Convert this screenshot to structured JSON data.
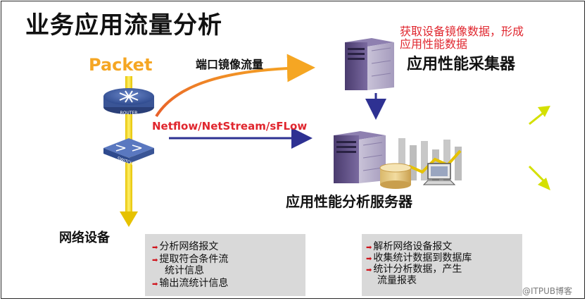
{
  "title": "业务应用流量分析",
  "packet_label": "Packet",
  "router_label": "ROUTER",
  "switch_label": "SWITCH",
  "mirror_label": "端口镜像流量",
  "netflow_label": "Netflow/NetStream/sFLow",
  "collector": {
    "desc_line1": "获取设备镜像数据，形成",
    "desc_line2": "应用性能数据",
    "title": "应用性能采集器"
  },
  "server": {
    "title": "应用性能分析服务器"
  },
  "netdev": {
    "title": "网络设备"
  },
  "left_box": {
    "items": [
      "分析网络报文",
      "提取符合条件流",
      "输出流统计信息"
    ],
    "item1_cont": "统计信息"
  },
  "right_box": {
    "items": [
      "解析网络设备报文",
      "收集统计数据到数据库",
      "统计分析数据，产生"
    ],
    "item2_cont": "流量报表"
  },
  "watermark": "@ITPUB博客",
  "colors": {
    "packet": "#f5a623",
    "red_text": "#e0262e",
    "navy_arrow": "#2e3192",
    "yellow_arrow": "#d4e000",
    "server_purple": "#5b4a80",
    "box_bg": "#d9d9d9"
  },
  "icons": [
    "router-icon",
    "switch-icon",
    "collector-server-icon",
    "analysis-server-icon",
    "database-icon",
    "computer-icon",
    "bar-chart-icon"
  ]
}
